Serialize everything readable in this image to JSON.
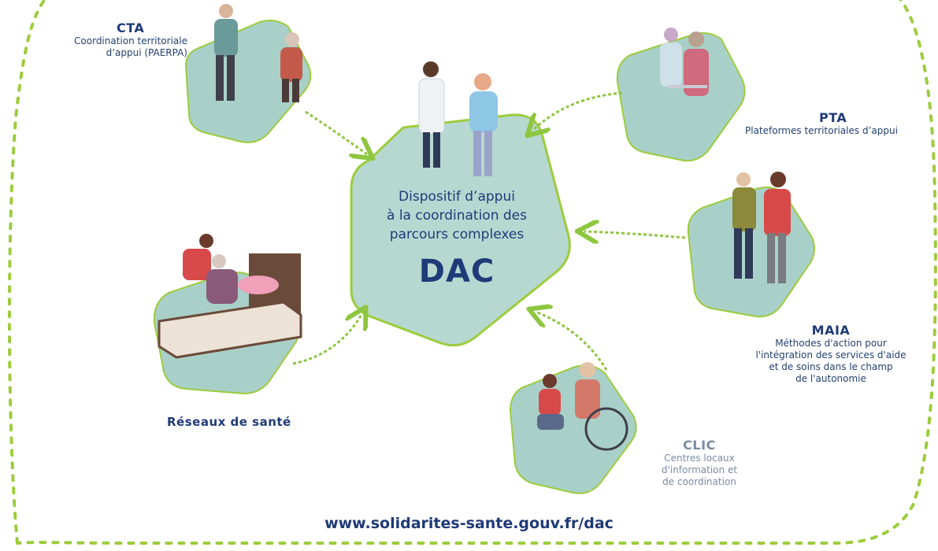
{
  "center": {
    "title_lines": [
      "Dispositif d’appui",
      "à la coordination des",
      "parcours complexes"
    ],
    "abbr": "DAC"
  },
  "nodes": {
    "cta": {
      "abbr": "CTA",
      "desc_lines": [
        "Coordination territoriale",
        "d’appui (PAERPA)"
      ]
    },
    "pta": {
      "abbr": "PTA",
      "desc_lines": [
        "Plateformes territoriales d’appui"
      ]
    },
    "maia": {
      "abbr": "MAIA",
      "desc_lines": [
        "Méthodes d'action pour",
        "l'intégration des services d'aide",
        "et de soins dans le champ",
        "de l'autonomie"
      ]
    },
    "clic": {
      "abbr": "CLIC",
      "desc_lines": [
        "Centres locaux",
        "d'information et",
        "de coordination"
      ]
    },
    "reseaux": {
      "label": "Réseaux de santé"
    }
  },
  "footer": {
    "url": "www.solidarites-sante.gouv.fr/dac"
  },
  "colors": {
    "hex_fill": "#a9d0c8",
    "hex_fill_center": "#b6d8d1",
    "accent_green": "#9ccc3c",
    "text_navy": "#1f3a78",
    "clic_text": "#7a8aa5"
  }
}
